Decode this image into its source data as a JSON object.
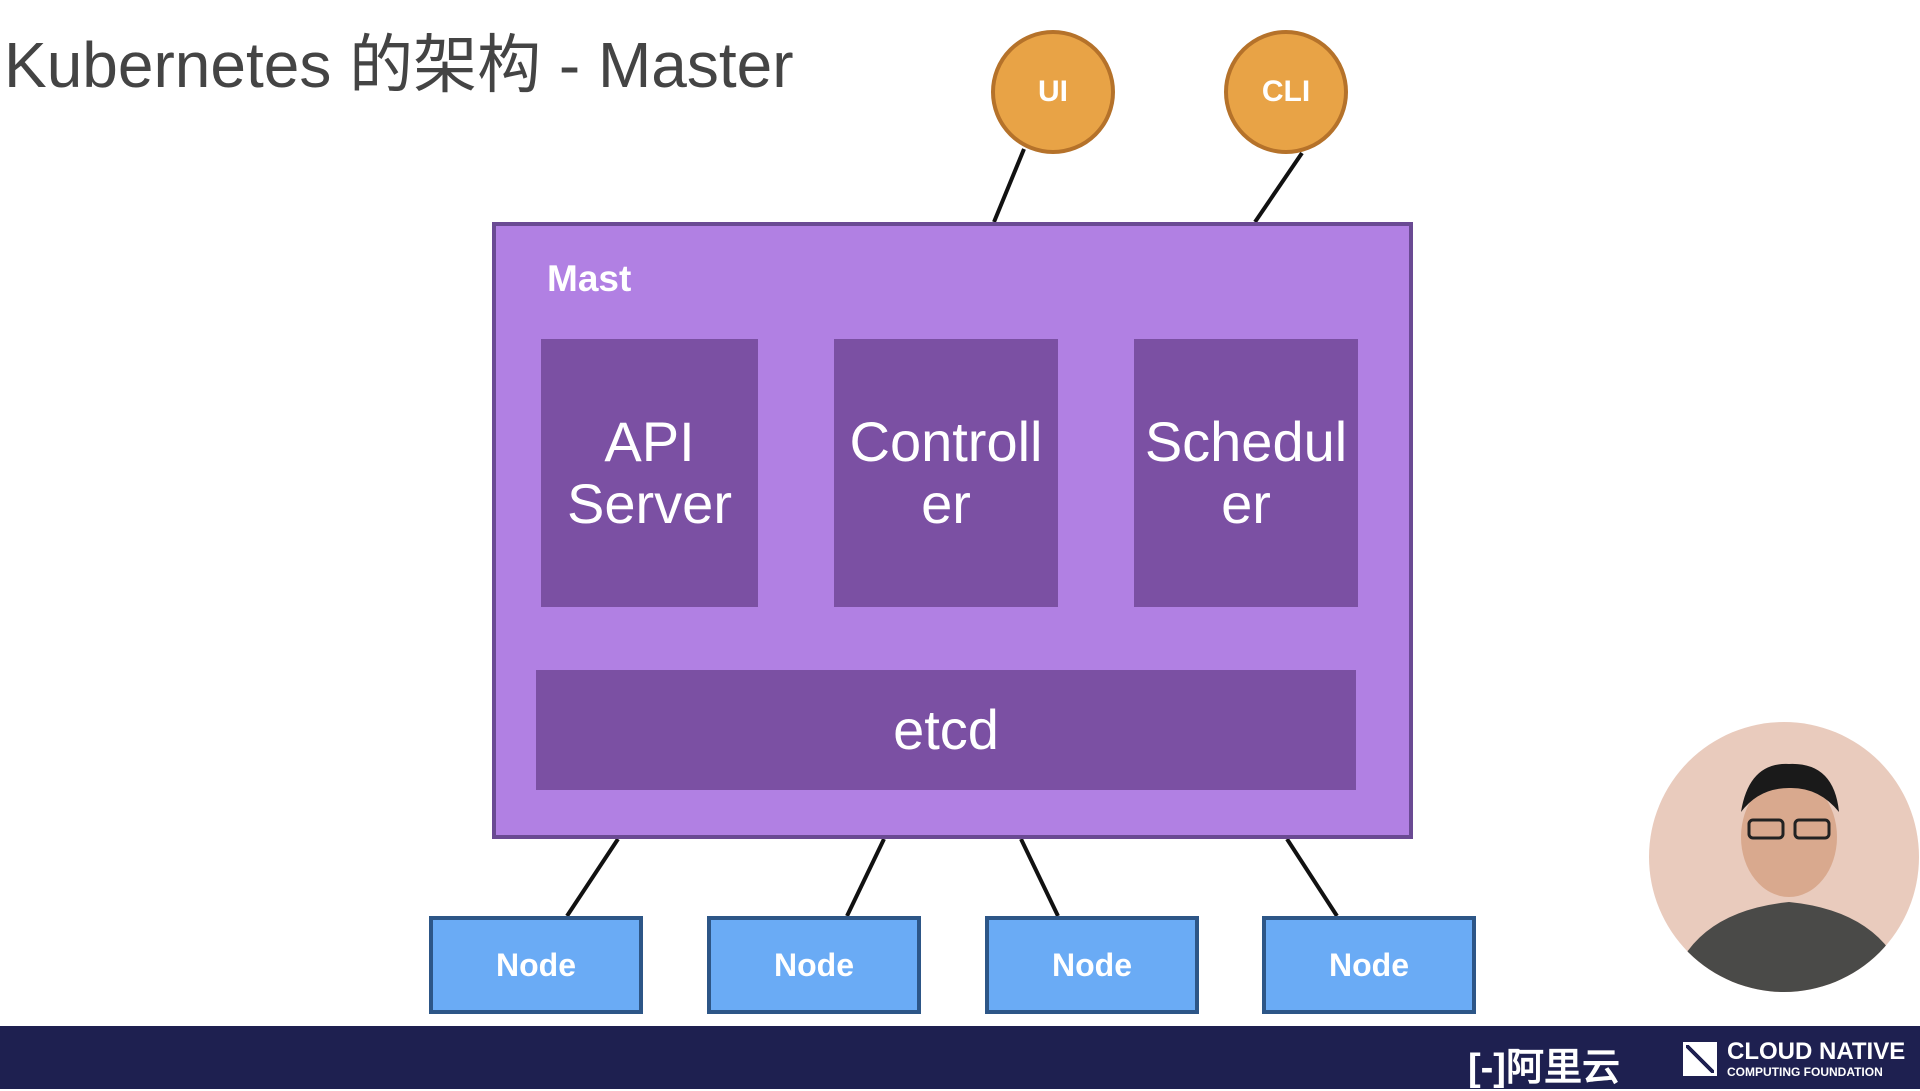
{
  "title": "Kubernetes 的架构 - Master",
  "master": {
    "label": "Mast",
    "components": [
      {
        "label": "API\nServer"
      },
      {
        "label": "Controll\ner"
      },
      {
        "label": "Schedul\ner"
      }
    ],
    "etcd": "etcd"
  },
  "clients": [
    "UI",
    "CLI"
  ],
  "nodes": [
    "Node",
    "Node",
    "Node",
    "Node"
  ],
  "footer": {
    "alibaba_logo": "阿里云",
    "cncf_line1": "CLOUD NATIVE",
    "cncf_line2": "COMPUTING FOUNDATION"
  },
  "colors": {
    "master": "#b180e3",
    "component": "#7b50a3",
    "client": "#e8a346",
    "node": "#6aabf5",
    "footer": "#1e2050"
  }
}
